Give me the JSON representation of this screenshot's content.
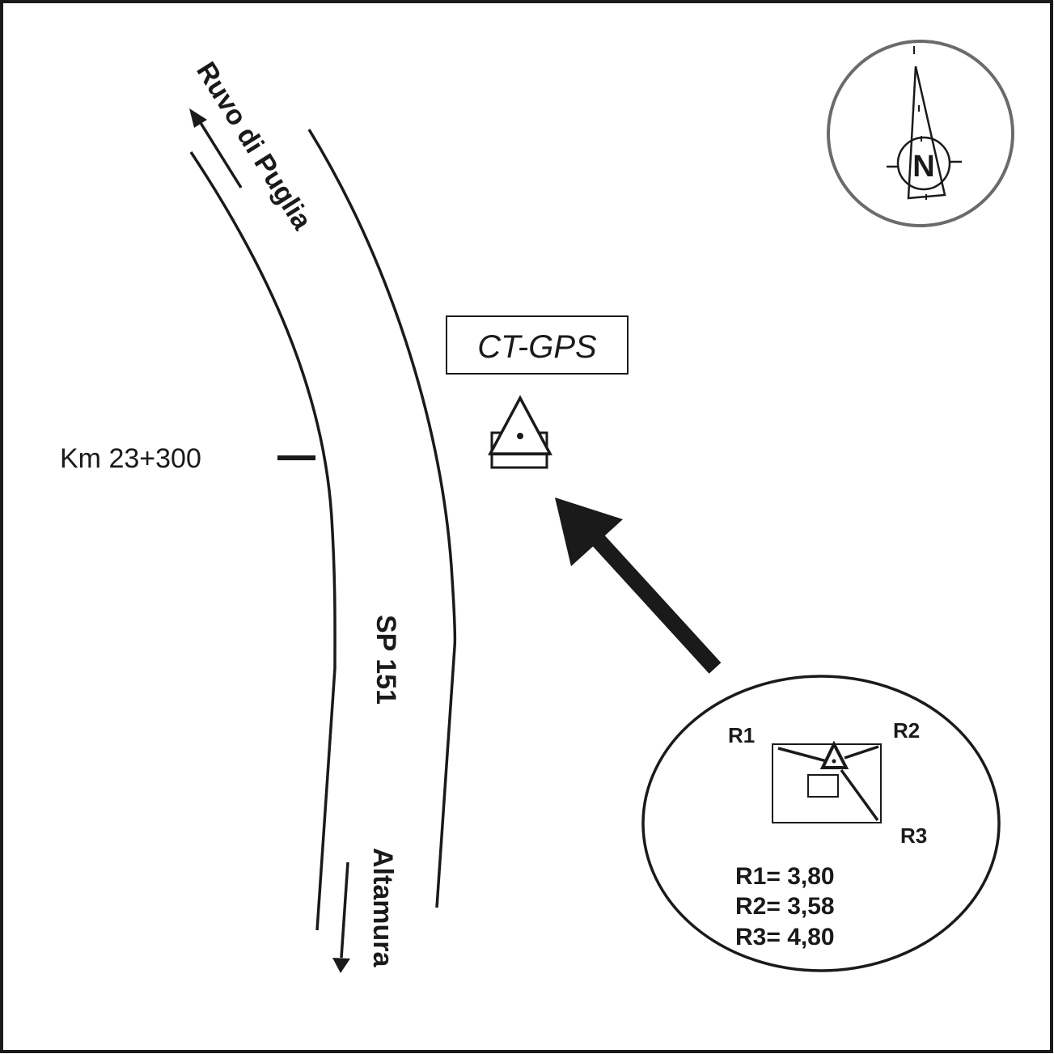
{
  "map": {
    "road_name": "SP 151",
    "direction_north_label": "Ruvo di Puglia",
    "direction_south_label": "Altamura",
    "km_marker": "Km 23+300",
    "station_label": "CT-GPS",
    "compass_letter": "N"
  },
  "inset": {
    "ref_labels": [
      "R1",
      "R2",
      "R3"
    ],
    "measurements": [
      {
        "label": "R1=",
        "value": "3,80"
      },
      {
        "label": "R2=",
        "value": "3,58"
      },
      {
        "label": "R3=",
        "value": "4,80"
      }
    ]
  },
  "colors": {
    "ink": "#1a1a1a",
    "compass_ring": "#6b6b6b",
    "background": "#ffffff"
  }
}
